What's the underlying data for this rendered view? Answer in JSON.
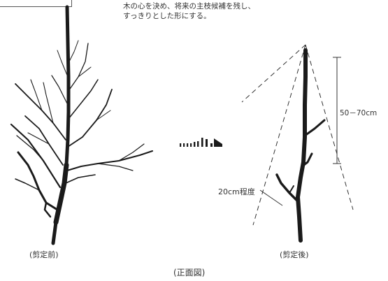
{
  "caption": {
    "line1": "木の心を決め、将来の主枝候補を残し、",
    "line2": "すっきりとした形にする。"
  },
  "labels": {
    "before": "(剪定前)",
    "after": "(剪定後)",
    "front_view": "(正面図)",
    "height_range": "50－70cm",
    "branch_length": "20cm程度"
  }
}
